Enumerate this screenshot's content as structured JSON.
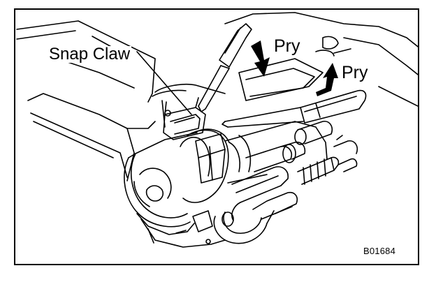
{
  "figure": {
    "labels": {
      "snap_claw": "Snap Claw",
      "pry_left": "Pry",
      "pry_right": "Pry"
    },
    "figure_code": "B01684"
  }
}
